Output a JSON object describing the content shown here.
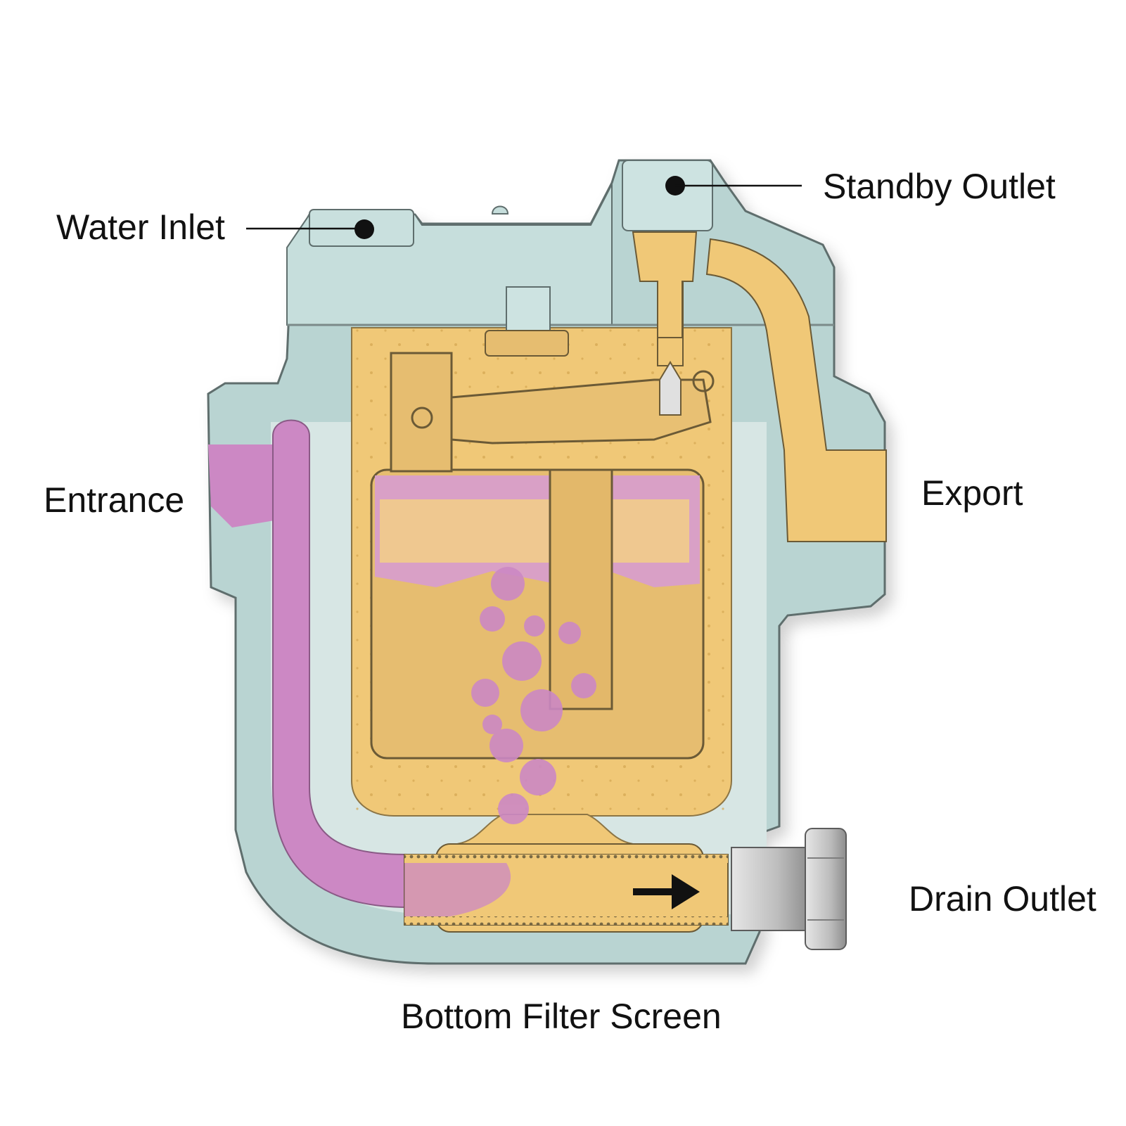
{
  "labels": {
    "water_inlet": "Water Inlet",
    "standby_outlet": "Standby Outlet",
    "entrance": "Entrance",
    "export": "Export",
    "drain_outlet": "Drain Outlet",
    "bottom_filter_screen": "Bottom Filter Screen"
  },
  "colors": {
    "body": "#b9d4d2",
    "body_outline": "#5f6e6d",
    "condensate": "#f0c877",
    "steam": "#cc88c4",
    "plug": "#c9c9c9",
    "arrow": "#111111"
  }
}
